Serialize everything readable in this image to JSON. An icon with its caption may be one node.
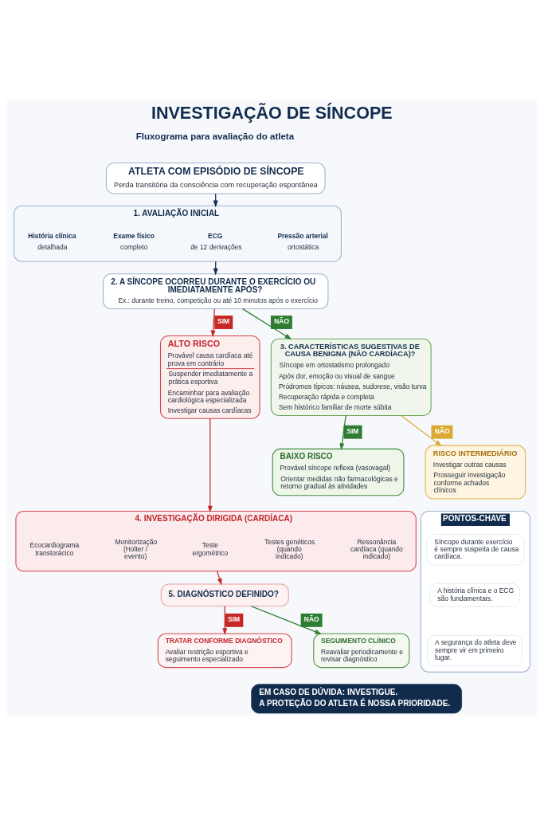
{
  "diagram": {
    "title": "INVESTIGAÇÃO DE SÍNCOPE",
    "nodes": [
      {
        "text": [
          "ATLETA COM EPISÓDIO DE SÍNCOPE",
          "Perda transitória da consciência com recuperação espontânea"
        ]
      },
      {
        "text": [
          "1. AVALIAÇÃO INICIAL"
        ]
      },
      {
        "text": [
          "História clínica",
          "detalhada"
        ],
        "in": 1
      },
      {
        "text": [
          "Exame físico",
          "completo"
        ],
        "in": 1
      },
      {
        "text": [
          "ECG",
          "de 12 derivações"
        ],
        "in": 1
      },
      {
        "text": [
          "Pressão arterial",
          "ortostática"
        ],
        "in": 1
      },
      {
        "text": [
          "2. A SÍNCOPE OCORREU DURANTE O EXERCÍCIO OU IMEDIATAMENTE APÓS?",
          "Ex.: durante treino, competição ou até 10 minutos após o exercício"
        ]
      },
      {
        "text": [
          "ALTO RISCO",
          "Provável causa cardíaca até prova em contrário",
          "Suspender imediatamente a prática esportiva",
          "Encaminhar para avaliação cardiológica especializada",
          "Investigar causas cardíacas"
        ]
      },
      {
        "text": [
          "3. CARACTERÍSTICAS SUGESTIVAS DE CAUSA BENIGNA (NÃO CARDÍACA)?",
          "Síncope em ortostatismo prolongado",
          "Após dor, emoção ou visual de sangue",
          "Pródromos típicos: náusea, sudorese, visão turva",
          "Recuperação rápida e completa",
          "Sem histórico familiar de morte súbita"
        ]
      },
      {
        "text": [
          "BAIXO RISCO",
          "Provável síncope reflexa (vasovagal)",
          "Orientar medidas não farmacológicas e retorno gradual às atividades"
        ]
      },
      {
        "text": [
          "RISCO INTERMEDIÁRIO",
          "Investigar outras causas",
          "Prosseguir investigação conforme achados clínicos"
        ]
      },
      {
        "text": [
          "4. INVESTIGAÇÃO DIRIGIDA (CARDÍACA)"
        ]
      },
      {
        "text": [
          "Ecocardiograma transtorácico"
        ],
        "in": 11
      },
      {
        "text": [
          "Monitorização (Holter / evento)"
        ],
        "in": 11
      },
      {
        "text": [
          "Teste ergométrico"
        ],
        "in": 11
      },
      {
        "text": [
          "Testes genéticos (quando indicado)"
        ],
        "in": 11
      },
      {
        "text": [
          "Ressonância cardíaca (quando indicado)"
        ],
        "in": 11
      },
      {
        "text": [
          "5. DIAGNÓSTICO DEFINIDO?"
        ]
      },
      {
        "text": [
          "TRATAR CONFORME DIAGNÓSTICO",
          "Avaliar restrição esportiva e seguimento especializado"
        ]
      },
      {
        "text": [
          "SEGUIMENTO CLÍNICO",
          "Reavaliar periodicamente e revisar diagnóstico"
        ]
      },
      {
        "text": [
          "PONTOS-CHAVE"
        ]
      },
      {
        "text": [
          "Síncope durante exercício é sempre suspeita de causa cardíaca."
        ],
        "in": 20
      },
      {
        "text": [
          "A história clínica e o ECG são fundamentais."
        ],
        "in": 20
      },
      {
        "text": [
          "A segurança do atleta deve sempre vir em primeiro lugar."
        ],
        "in": 20
      },
      {
        "text": [
          "EM CASO DE DÚVIDA: INVESTIGUE.",
          "A PROTEÇÃO DO ATLETA É NOSSA PRIORIDADE."
        ]
      }
    ],
    "edges": [
      {
        "from": 0,
        "to": 1,
        "arrow": "to",
        "color": "#112b4d"
      },
      {
        "from": 1,
        "to": 6,
        "arrow": "to",
        "color": "#112b4d"
      },
      {
        "from": 6,
        "to": 7,
        "arrow": "to",
        "label": "SIM",
        "color": "#c62828"
      },
      {
        "from": 6,
        "to": 8,
        "arrow": "to",
        "label": "NÃO",
        "color": "#2e7d32"
      },
      {
        "from": 8,
        "to": 9,
        "arrow": "to",
        "label": "SIM",
        "color": "#2e7d32"
      },
      {
        "from": 8,
        "to": 10,
        "arrow": "to",
        "label": "NÃO",
        "color": "#dca832"
      },
      {
        "from": 7,
        "to": 11,
        "arrow": "to",
        "color": "#c62828"
      },
      {
        "from": 11,
        "to": 17,
        "arrow": "to",
        "color": "#c62828"
      },
      {
        "from": 17,
        "to": 18,
        "arrow": "to",
        "label": "SIM",
        "color": "#c62828"
      },
      {
        "from": 17,
        "to": 19,
        "arrow": "to",
        "label": "NÃO",
        "color": "#2e7d32"
      }
    ],
    "labels": [
      "Fluxograma para avaliação do atleta"
    ]
  }
}
